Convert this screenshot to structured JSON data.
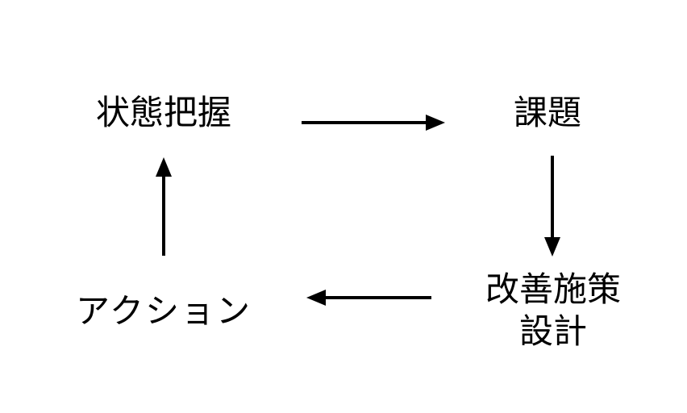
{
  "diagram": {
    "nodes": {
      "state": {
        "label": "状態把握"
      },
      "issue": {
        "label": "課題"
      },
      "improve": {
        "lines": [
          "改善施策",
          "設計"
        ]
      },
      "action": {
        "label": "アクション"
      }
    },
    "edges": [
      {
        "from": "状態把握",
        "to": "課題"
      },
      {
        "from": "課題",
        "to": "改善施策設計"
      },
      {
        "from": "改善施策設計",
        "to": "アクション"
      },
      {
        "from": "アクション",
        "to": "状態把握"
      }
    ],
    "colors": {
      "background": "#ffffff",
      "text": "#000000",
      "arrow": "#000000"
    }
  }
}
